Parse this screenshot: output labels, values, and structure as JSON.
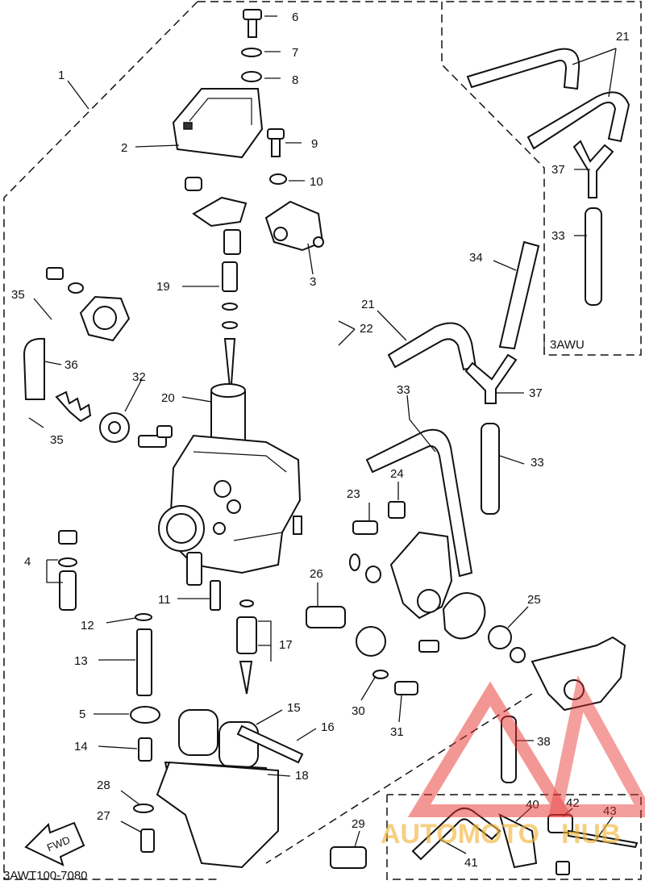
{
  "diagram": {
    "doc_code": "3AWT100-7080",
    "variant_label": "3AWU",
    "fwd_label": "FWD",
    "part_numbers": [
      "1",
      "2",
      "3",
      "4",
      "5",
      "6",
      "7",
      "8",
      "9",
      "10",
      "11",
      "12",
      "13",
      "14",
      "15",
      "16",
      "17",
      "18",
      "19",
      "20",
      "21",
      "22",
      "23",
      "24",
      "25",
      "26",
      "27",
      "28",
      "29",
      "30",
      "31",
      "32",
      "33",
      "34",
      "35",
      "36",
      "37",
      "38",
      "40",
      "41",
      "42",
      "43"
    ],
    "callouts": {
      "c1": "1",
      "c2": "2",
      "c3": "3",
      "c4": "4",
      "c5": "5",
      "c6": "6",
      "c7": "7",
      "c8": "8",
      "c9": "9",
      "c10": "10",
      "c11": "11",
      "c12": "12",
      "c13": "13",
      "c14": "14",
      "c15": "15",
      "c16": "16",
      "c17": "17",
      "c18": "18",
      "c19": "19",
      "c20": "20",
      "c21a": "21",
      "c21b": "21",
      "c22": "22",
      "c23": "23",
      "c24": "24",
      "c25": "25",
      "c26": "26",
      "c27": "27",
      "c28": "28",
      "c29": "29",
      "c30": "30",
      "c31": "31",
      "c32": "32",
      "c33a": "33",
      "c33b": "33",
      "c33c": "33",
      "c34": "34",
      "c35a": "35",
      "c35b": "35",
      "c36": "36",
      "c37a": "37",
      "c37b": "37",
      "c38": "38",
      "c40": "40",
      "c41": "41",
      "c42": "42",
      "c43": "43"
    }
  },
  "watermark": {
    "brand_part1": "AUTOMOTO",
    "brand_part2": "HUB",
    "color_red": "#e8322f",
    "color_gold": "#f2b53a"
  }
}
